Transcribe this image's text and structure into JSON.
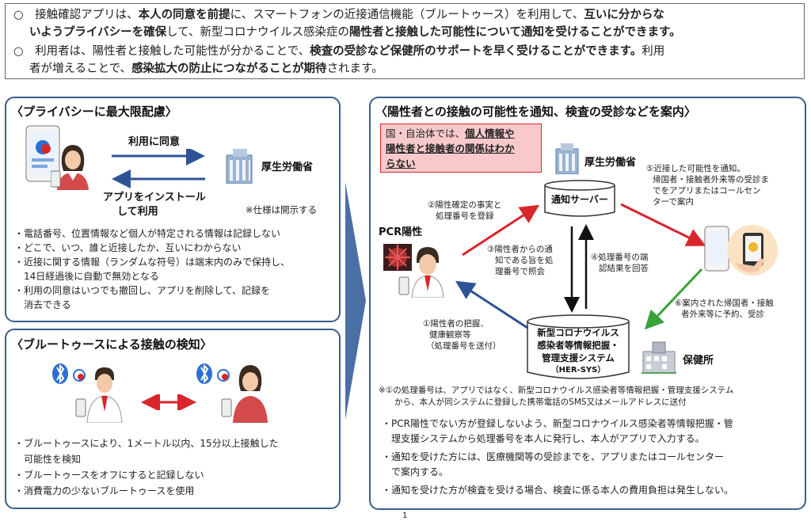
{
  "top": {
    "line1a": "○　接触確認アプリは、",
    "line1b": "本人の同意を前提",
    "line1c": "に、スマートフォンの近接通信機能（ブルートゥース）を利用して、",
    "line1d": "互いに分からな",
    "line2a": "いようプライバシーを確保",
    "line2b": "して、新型コロナウイルス感染症の",
    "line2c": "陽性者と接触した可能性について通知を受けることができます。",
    "line3a": "○　利用者は、陽性者と接触した可能性が分かることで、",
    "line3b": "検査の受診など保健所のサポートを早く受けることができます。",
    "line3c": "利用",
    "line4a": "者が増えることで、",
    "line4b": "感染拡大の防止につながることが期待",
    "line4c": "されます。"
  },
  "privacy": {
    "title": "〈プライバシーに最大限配慮〉",
    "consent": "利用に同意",
    "install1": "アプリをインストール",
    "install2": "して利用",
    "mhlw": "厚生労働省",
    "spec": "※仕様は開示する",
    "bullets": [
      "・電話番号、位置情報など個人が特定される情報は記録しない",
      "・どこで、いつ、誰と近接したか、互いにわからない",
      "・近接に関する情報（ランダムな符号）は端末内のみで保持し、",
      "　14日経過後に自動で無効となる",
      "・利用の同意はいつでも撤回し、アプリを削除して、記録を",
      "　消去できる"
    ]
  },
  "bluetooth": {
    "title": "〈ブルートゥースによる接触の検知〉",
    "bullets": [
      "・ブルートゥースにより、1メートル以内、15分以上接触した",
      "　可能性を検知",
      "・ブルートゥースをオフにすると記録しない",
      "・消費電力の少ないブルートゥースを使用"
    ]
  },
  "notify": {
    "title": "〈陽性者との接触の可能性を通知、検査の受診などを案内〉",
    "pink1a": "国・自治体では、",
    "pink1b": "個人情報や",
    "pink2": "陽性者と接触者の関係はわか",
    "pink3": "らない",
    "mhlw": "厚生労働省",
    "server": "通知サーバー",
    "pcr": "PCR陽性",
    "her1": "新型コロナウイルス",
    "her2": "感染者等情報把握・",
    "her3": "管理支援システム",
    "her4": "（HER-SYS）",
    "hokenjo": "保健所",
    "s2a": "②陽性確定の事実と",
    "s2b": "処理番号を登録",
    "s3a": "③陽性者からの通",
    "s3b": "知である旨を処",
    "s3c": "理番号で照会",
    "s4a": "④処理番号の端",
    "s4b": "認結果を回答",
    "s5a": "⑤近接した可能性を通知。",
    "s5b": "帰国者・接触者外来等の受診ま",
    "s5c": "でをアプリまたはコールセン",
    "s5d": "ターで案内",
    "s6a": "⑥案内された帰国者・接触",
    "s6b": "者外来等に予約、受診",
    "s1a": "①陽性者の把握、",
    "s1b": "健康観察等",
    "s1c": "（処理番号を送付）",
    "note1": "※①の処理番号は、アプリではなく、新型コロナウイルス感染者等情報把握・管理支援システム",
    "note2": "から、本人が同システムに登録した携帯電話のSMS又はメールアドレスに送付",
    "bullets": [
      "・PCR陽性でない方が登録しないよう、新型コロナウイルス感染者等情報把握・管",
      "　理支援システムから処理番号を本人に発行し、本人がアプリで入力する。",
      "・通知を受けた方には、医療機関等の受診までを、アプリまたはコールセンター",
      "　で案内する。",
      "・通知を受けた方が検査を受ける場合、検査に係る本人の費用負担は発生しない。"
    ]
  },
  "page_number": "1",
  "colors": {
    "panel_border": "#3d5e8c",
    "arrow_red": "#d9262b",
    "arrow_blue": "#2e5496",
    "arrow_green": "#3aa23a",
    "pink_bg": "#f7c9cb"
  }
}
